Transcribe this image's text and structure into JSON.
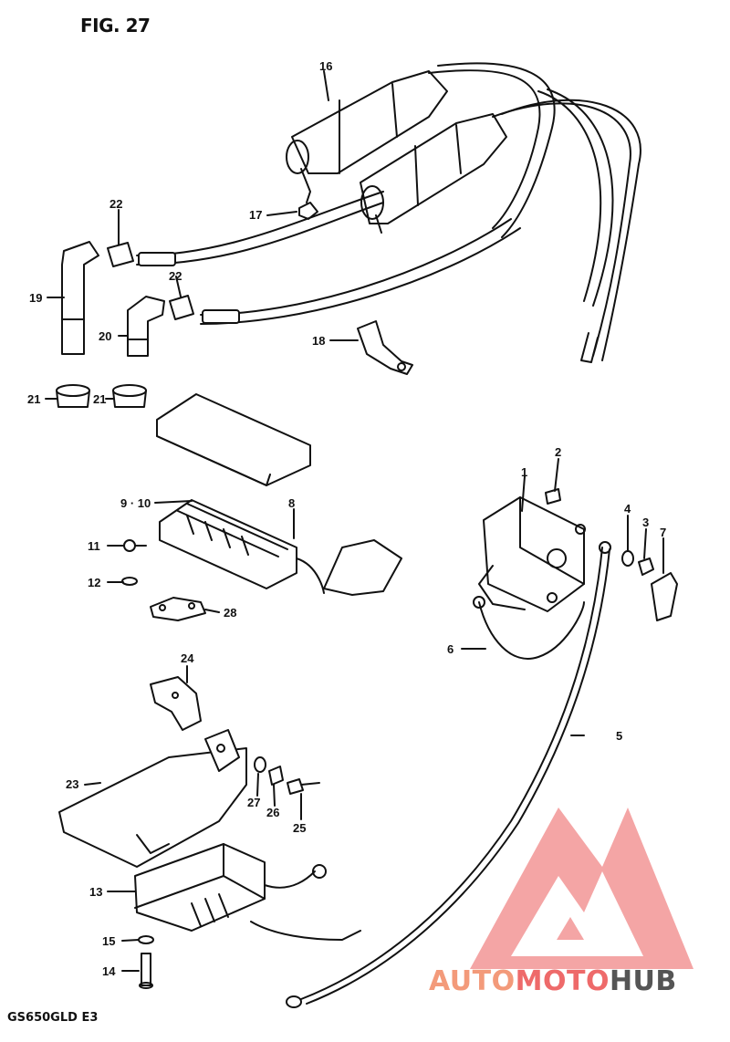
{
  "figure": {
    "title": "FIG. 27",
    "model": "GS650GLD E3"
  },
  "callouts": {
    "c1": "1",
    "c2": "2",
    "c3": "3",
    "c4": "4",
    "c5": "5",
    "c6": "6",
    "c7": "7",
    "c8": "8",
    "c9_10": "9 · 10",
    "c11": "11",
    "c12": "12",
    "c13": "13",
    "c14": "14",
    "c15": "15",
    "c16": "16",
    "c17": "17",
    "c18": "18",
    "c19": "19",
    "c20": "20",
    "c21a": "21",
    "c21b": "21",
    "c22a": "22",
    "c22b": "22",
    "c23": "23",
    "c24": "24",
    "c25": "25",
    "c26": "26",
    "c27": "27",
    "c28": "28"
  },
  "watermark": {
    "part1": "AUTO",
    "part2": "MOTO",
    "part3": "HUB"
  },
  "colors": {
    "line": "#111111",
    "watermark_red": "#ee6a6a",
    "watermark_gray": "#555555"
  }
}
